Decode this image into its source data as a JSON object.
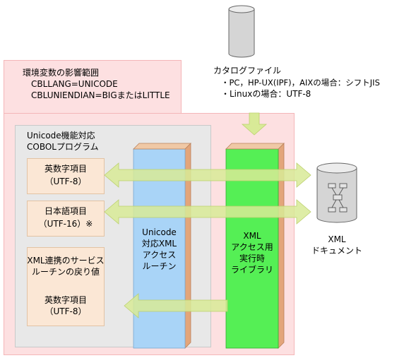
{
  "scope": {
    "title": "環境変数の影響範囲",
    "line1": "CBLLANG=UNICODE",
    "line2": "CBLUNIENDIAN=BIGまたはLITTLE"
  },
  "program": {
    "line1": "Unicode機能対応",
    "line2": "COBOLプログラム"
  },
  "items": [
    {
      "line1": "英数字項目",
      "line2": "（UTF-8）"
    },
    {
      "line1": "日本語項目",
      "line2": "（UTF-16）※"
    },
    {
      "line1": "XML連携のサービス",
      "line2": "ルーチンの戻り値",
      "line3": "英数字項目",
      "line4": "（UTF-8）"
    }
  ],
  "routine": {
    "lines": [
      "Unicode",
      "対応XML",
      "アクセス",
      "ルーチン"
    ]
  },
  "library": {
    "lines": [
      "XML",
      "アクセス用",
      "実行時",
      "ライブラリ"
    ]
  },
  "catalog": {
    "title": "カタログファイル",
    "line1": "・PC，HP-UX(IPF)，AIXの場合：シフトJIS",
    "line2": "・Linuxの場合：UTF-8"
  },
  "xml_doc": {
    "line1": "XML",
    "line2": "ドキュメント"
  },
  "colors": {
    "scope_bg": "#fde0e1",
    "program_bg": "#e8e8e8",
    "item_bg": "#fbe7d5",
    "routine_bg": "#a9d4f7",
    "library_bg": "#55ef55",
    "arrow": "#d8ea97",
    "cylinder": "#d5d5d5"
  }
}
